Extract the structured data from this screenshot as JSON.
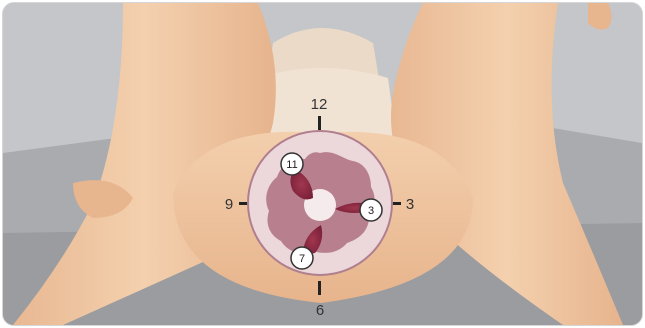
{
  "diagram": {
    "clock_positions": {
      "twelve": "12",
      "three": "3",
      "six": "6",
      "nine": "9"
    },
    "marked_locations": {
      "eleven": "11",
      "three": "3",
      "seven": "7"
    },
    "colors": {
      "background": "#b8babd",
      "skin": "#efc7a2",
      "mucosa": "#e9d3d6",
      "ring": "#b48694",
      "lesion": "#8a2a44"
    }
  }
}
